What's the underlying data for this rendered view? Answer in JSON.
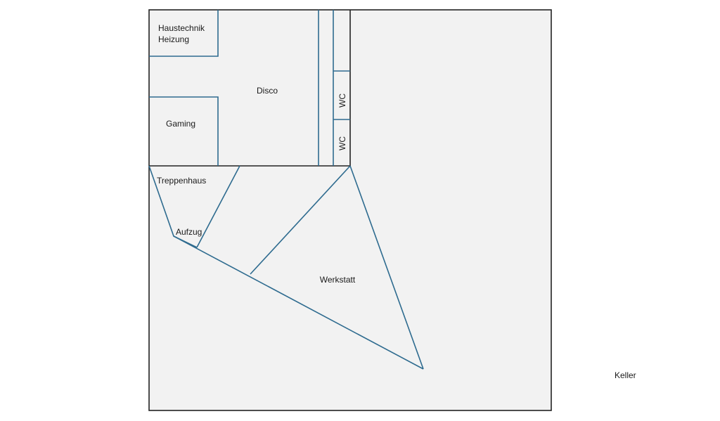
{
  "floor_plan": {
    "level_label": "Keller",
    "colors": {
      "floor_fill": "#f2f2f2",
      "outer_wall": "#222222",
      "inner_wall": "#2e6b8f",
      "text": "#1a1a1a"
    },
    "rooms": {
      "haustechnik_line1": "Haustechnik",
      "haustechnik_line2": "Heizung",
      "disco": "Disco",
      "gaming": "Gaming",
      "wc_upper": "WC",
      "wc_lower": "WC",
      "treppenhaus": "Treppenhaus",
      "aufzug": "Aufzug",
      "werkstatt": "Werkstatt"
    }
  }
}
